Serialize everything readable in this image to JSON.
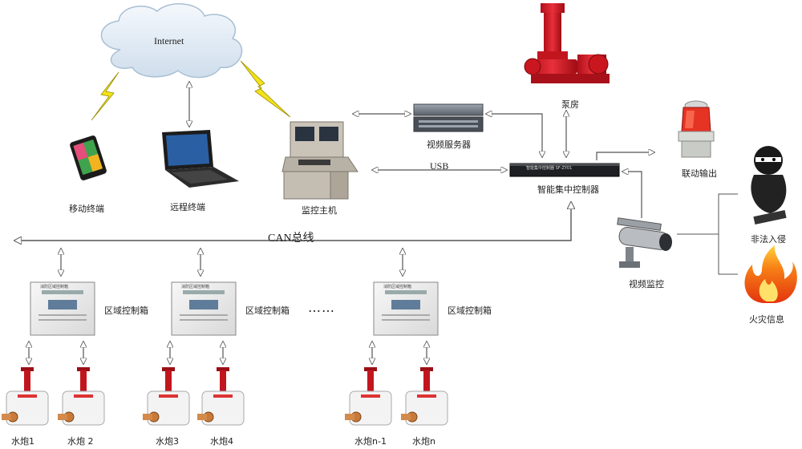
{
  "internet": {
    "label": "Internet"
  },
  "terminals": {
    "mobile": "移动终端",
    "remote": "远程终端",
    "monitor_host": "监控主机"
  },
  "video_server": "视频服务器",
  "usb": "USB",
  "controller": {
    "label": "智能集中控制器",
    "panel_text": "智能集中控制器 SF-ZY01"
  },
  "pump_room": "泵房",
  "linkage_output": "联动输出",
  "video_monitor": "视频监控",
  "intrusion": "非法入侵",
  "fire_info": "火灾信息",
  "can_bus": "CAN总线",
  "zone_box": {
    "label": "区域控制箱",
    "panel_title": "消防区域控制箱"
  },
  "ellipsis": "……",
  "cannons": [
    {
      "label": "水炮1"
    },
    {
      "label": "水炮 2"
    },
    {
      "label": "水炮3"
    },
    {
      "label": "水炮4"
    },
    {
      "label": "水炮n-1"
    },
    {
      "label": "水炮n"
    }
  ]
}
